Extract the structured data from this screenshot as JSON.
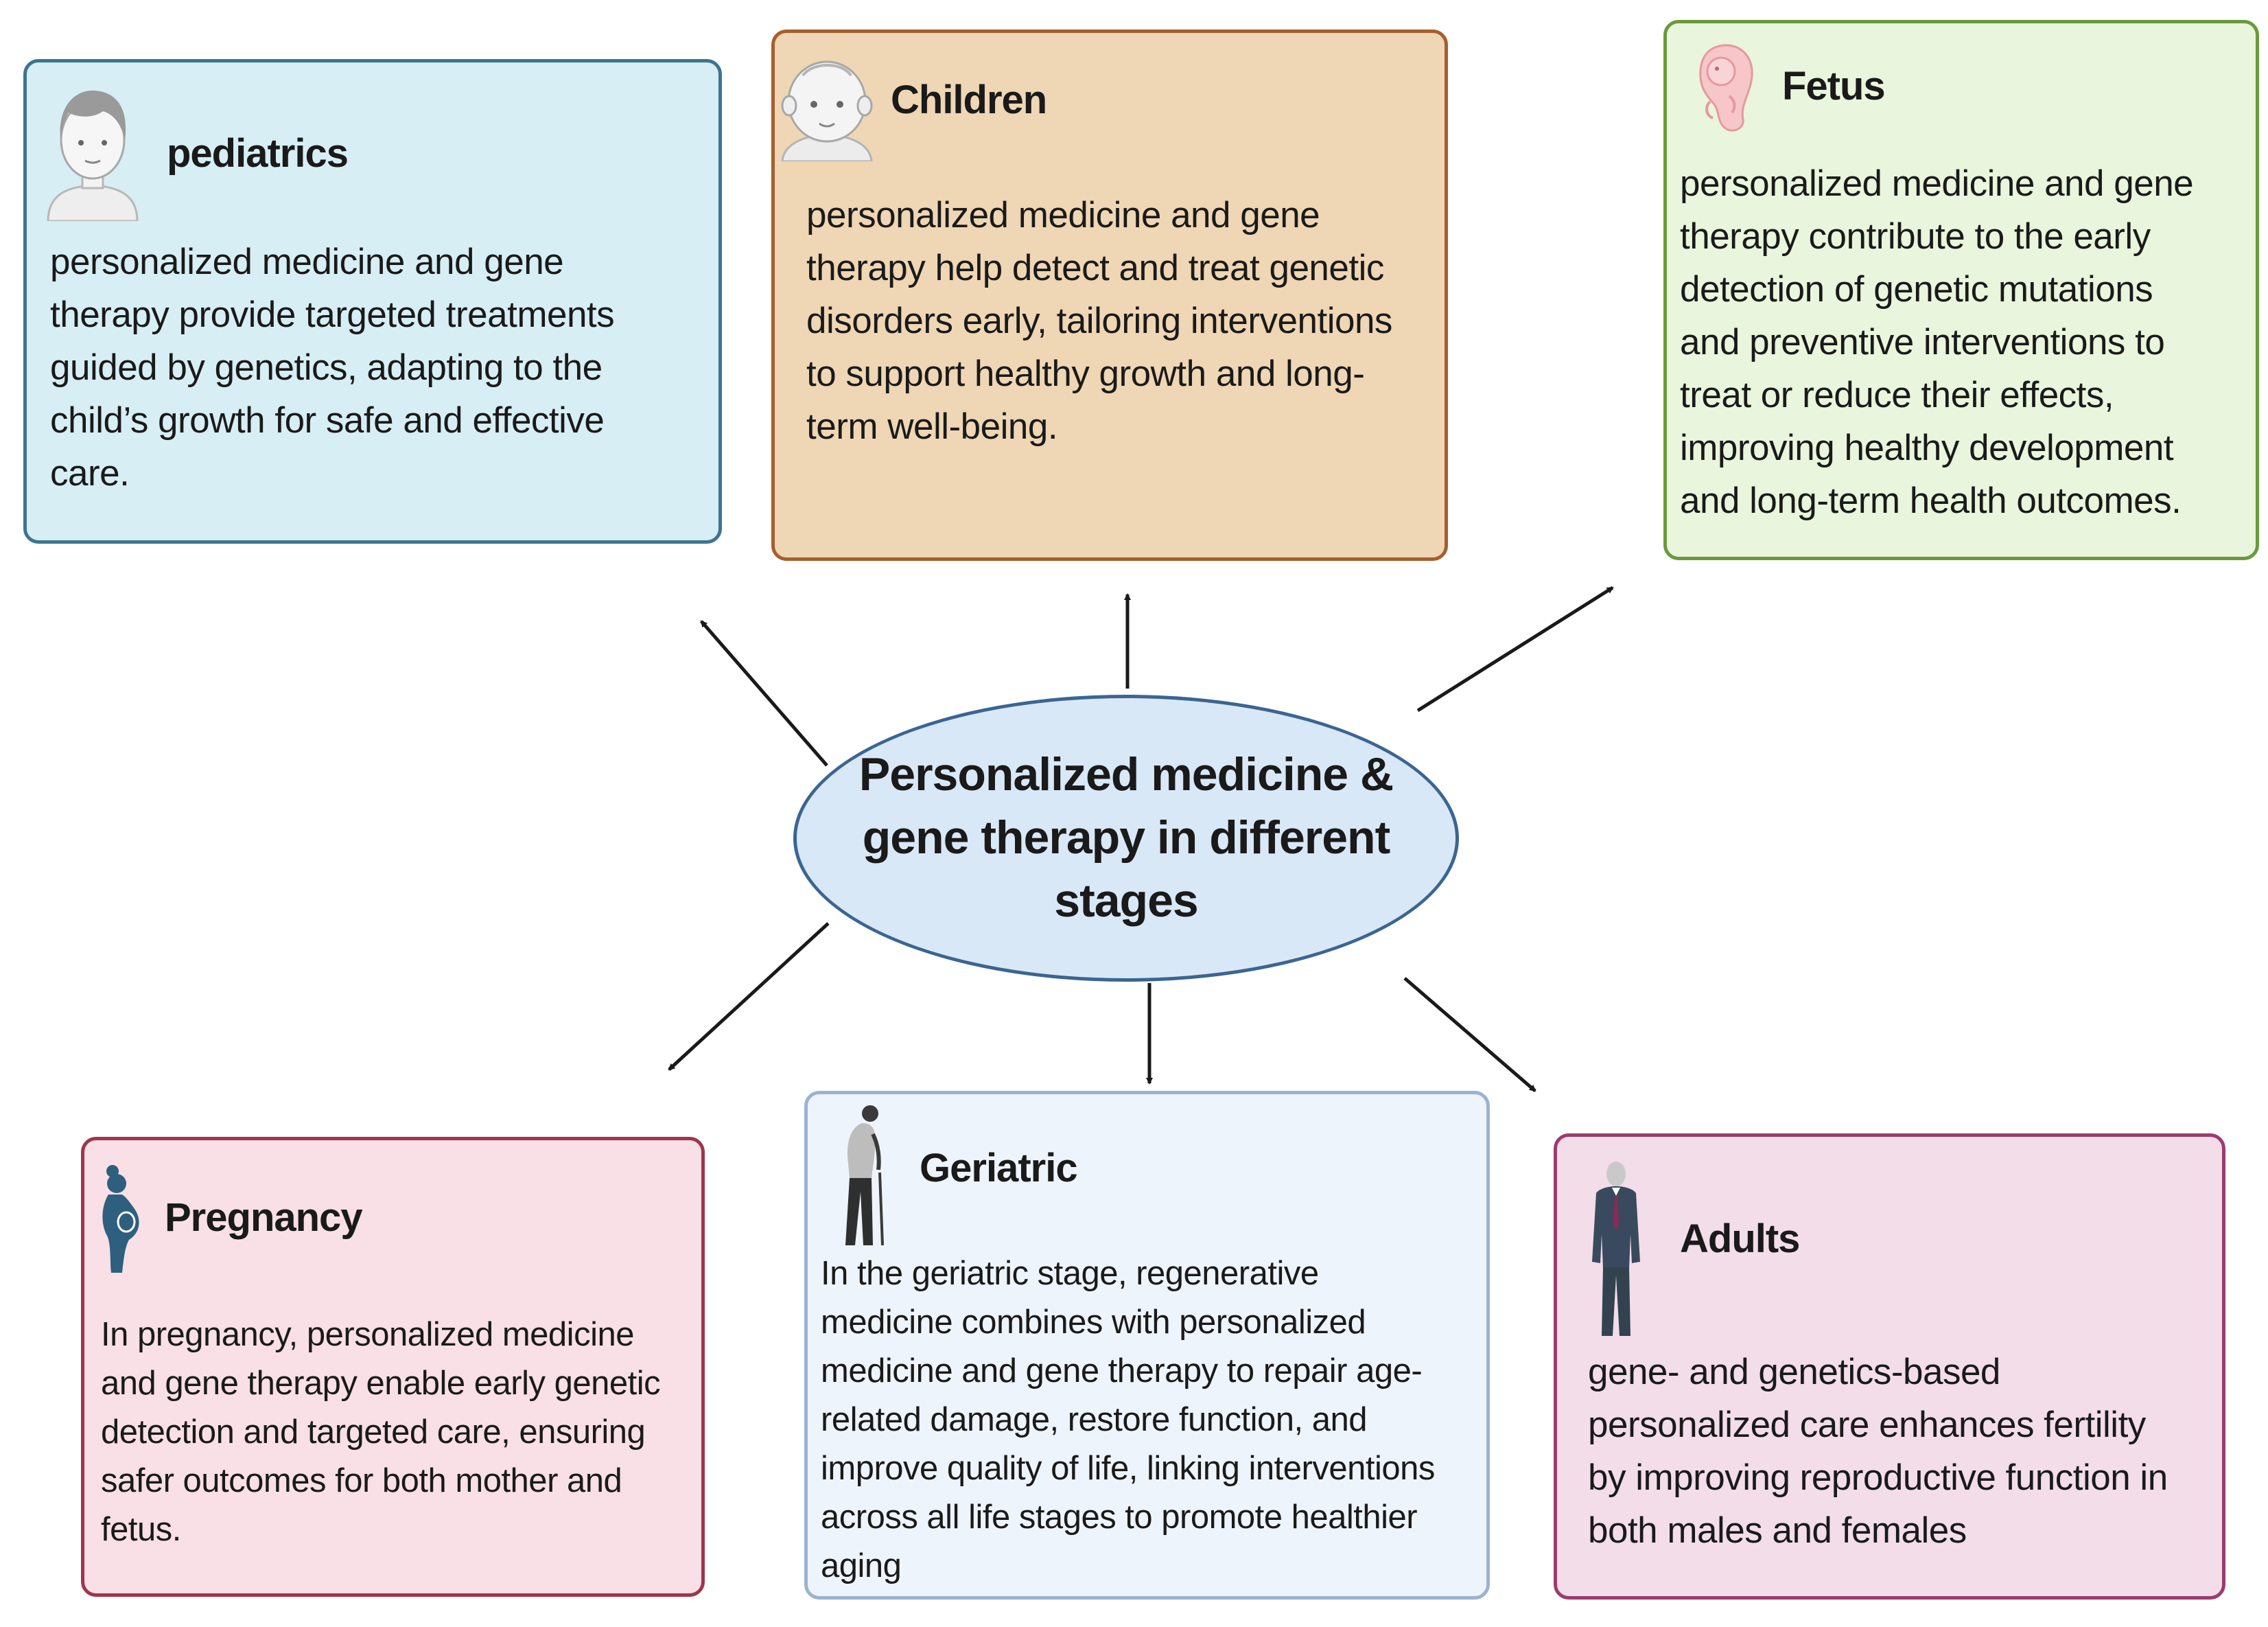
{
  "diagram": {
    "center": {
      "title": "Personalized medicine &\ngene therapy in different\nstages",
      "fill": "#d9e8f7",
      "border": "#3b6592"
    },
    "stages": [
      {
        "key": "pediatrics",
        "title": "pediatrics",
        "text": "personalized medicine and gene\ntherapy provide targeted treatments\nguided by genetics, adapting to the\nchild’s growth for safe and effective\ncare.",
        "icon": "child-portrait-icon",
        "fill": "#d7eef4",
        "border": "#3d7491"
      },
      {
        "key": "children",
        "title": "Children",
        "text": " personalized medicine and gene\ntherapy help detect and treat genetic\ndisorders early, tailoring interventions\nto support healthy growth and long-\nterm well-being.",
        "icon": "baby-face-icon",
        "fill": "#efd6b4",
        "border": "#a65e2e"
      },
      {
        "key": "fetus",
        "title": "Fetus",
        "text": " personalized medicine and gene\ntherapy contribute to the early\ndetection of genetic mutations\nand preventive interventions to\ntreat or reduce their effects,\nimproving healthy development\nand long-term health outcomes.",
        "icon": "fetus-icon",
        "fill": "#e9f5dc",
        "border": "#6a9a3c"
      },
      {
        "key": "pregnancy",
        "title": "Pregnancy",
        "text": "In pregnancy, personalized medicine\nand gene therapy enable early genetic\ndetection and targeted care, ensuring\nsafer outcomes for both mother and\nfetus.",
        "icon": "pregnant-woman-icon",
        "fill": "#f8e0e6",
        "border": "#a0344d"
      },
      {
        "key": "geriatric",
        "title": "Geriatric",
        "text": "In the geriatric stage, regenerative\nmedicine combines with personalized\nmedicine and gene therapy to repair age-\nrelated damage, restore function, and\nimprove quality of life, linking interventions\nacross all life stages to promote healthier\naging",
        "icon": "elderly-person-icon",
        "fill": "#eef4fb",
        "border": "#9bb3d1"
      },
      {
        "key": "adults",
        "title": "Adults",
        "text": "gene- and genetics-based\npersonalized care enhances fertility\nby improving reproductive function in\nboth males and females",
        "icon": "adult-man-icon",
        "fill": "#f2dde9",
        "border": "#9a3c6e"
      }
    ]
  }
}
